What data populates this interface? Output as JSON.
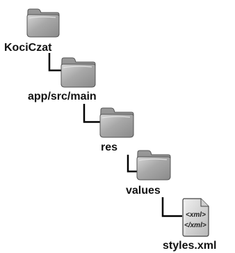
{
  "tree": {
    "nodes": [
      {
        "kind": "folder",
        "label": "KociCzat"
      },
      {
        "kind": "folder",
        "label": "app/src/main"
      },
      {
        "kind": "folder",
        "label": "res"
      },
      {
        "kind": "folder",
        "label": "values"
      },
      {
        "kind": "file",
        "label": "styles.xml",
        "file_lines": [
          "<xml>",
          "</xml>"
        ]
      }
    ]
  },
  "colors": {
    "folder_fill": "#a9a9a9",
    "folder_dark": "#7a7a7a",
    "folder_light": "#d2d2d2",
    "connector": "#000000",
    "text": "#111111"
  }
}
